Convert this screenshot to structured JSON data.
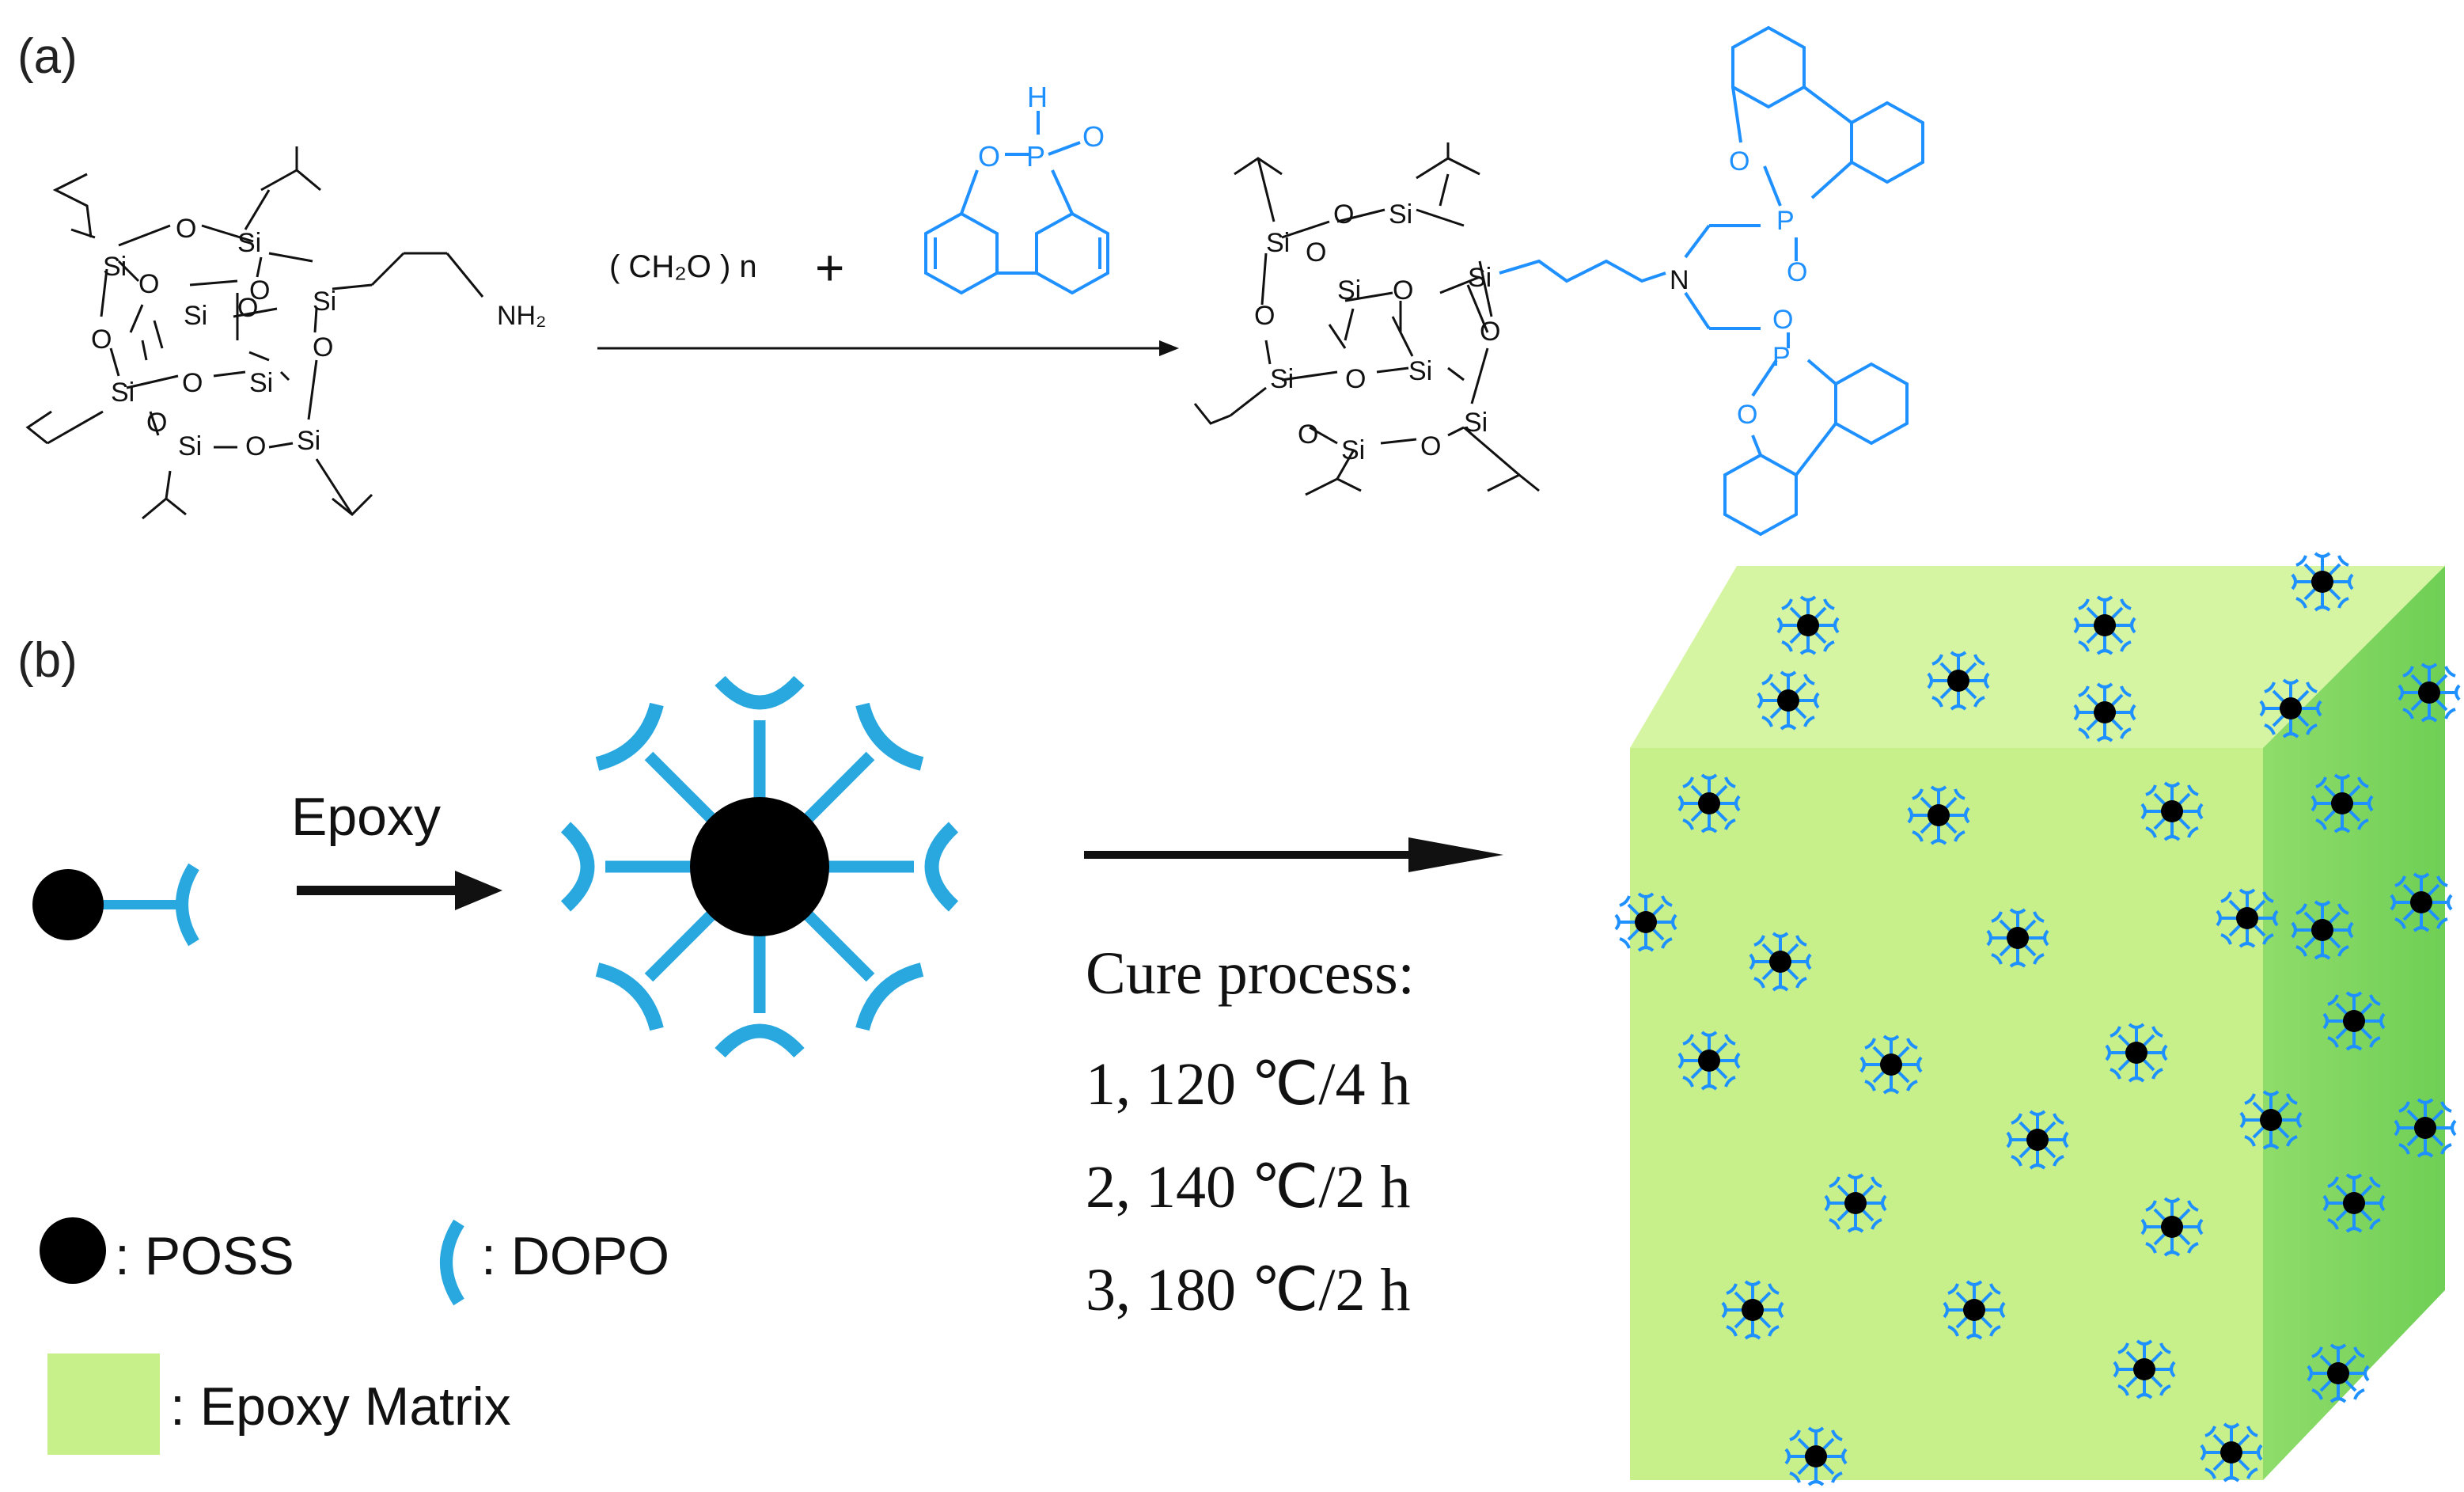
{
  "panel_a": {
    "label": "(a)",
    "reagent": "( CH₂O ) n",
    "plus": "+",
    "amine": "NH₂",
    "atoms": {
      "si": "Si",
      "o": "O",
      "p": "P",
      "h": "H",
      "n": "N"
    }
  },
  "panel_b": {
    "label": "(b)",
    "step_label": "Epoxy",
    "cure": {
      "title": "Cure process:",
      "steps": [
        "1, 120 ℃/4 h",
        "2, 140 ℃/2 h",
        "3, 180 ℃/2 h"
      ]
    },
    "legend": {
      "poss": ": POSS",
      "dopo": ": DOPO",
      "matrix": ": Epoxy Matrix"
    }
  },
  "colors": {
    "dopo_blue": "#1e90ff",
    "linker_blue": "#29a8e0",
    "poss_black": "#000000",
    "matrix_front": "#c8f08a",
    "matrix_top": "#d6f5a3",
    "matrix_side": "#8fdc6a"
  }
}
